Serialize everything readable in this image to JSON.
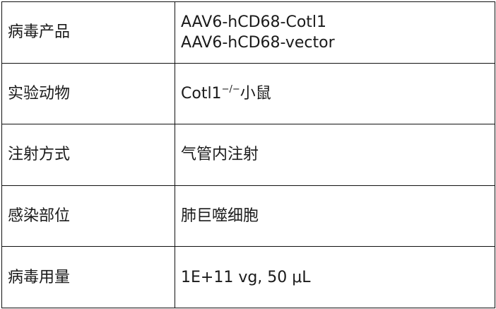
{
  "rows": [
    {
      "label": "病毒产品",
      "values": [
        "AAV6-hCD68-Cotl1",
        "AAV6-hCD68-vector"
      ]
    },
    {
      "label": "实验动物",
      "value_prefix": "Cotl1",
      "value_sup": "−/−",
      "value_suffix": "小鼠"
    },
    {
      "label": "注射方式",
      "value": "气管内注射"
    },
    {
      "label": "感染部位",
      "value": "肺巨噬细胞"
    },
    {
      "label": "病毒用量",
      "value": "1E+11 vg, 50 μL"
    }
  ]
}
